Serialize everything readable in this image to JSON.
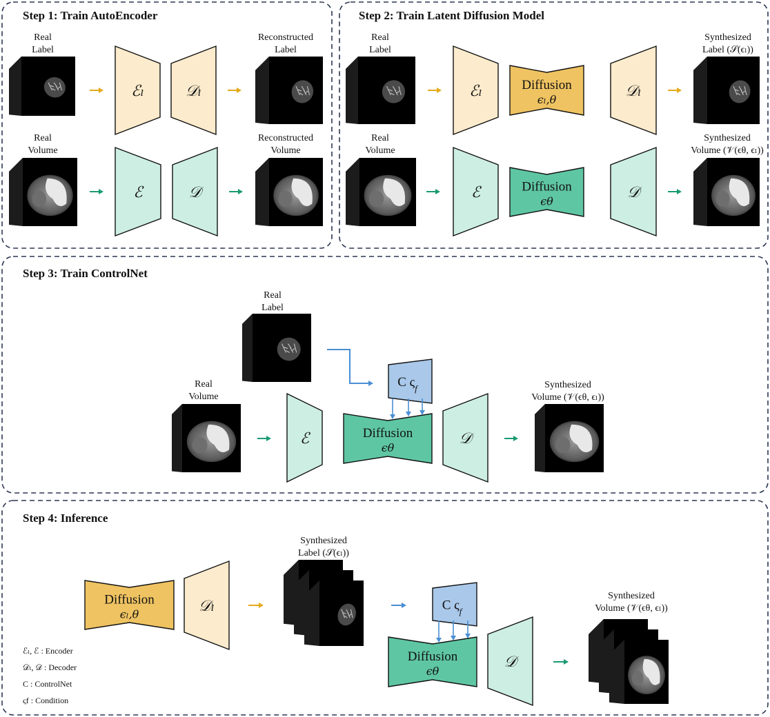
{
  "colors": {
    "label_block": "#fcebcc",
    "volume_block": "#cdeee2",
    "label_diffusion": "#efc362",
    "volume_diffusion": "#5fc6a4",
    "controlnet": "#a9c8ea",
    "label_arrow": "#e5a91a",
    "volume_arrow": "#1a9a72",
    "control_arrow": "#4a8fd4",
    "border": "#2b3550"
  },
  "panels": [
    {
      "title": "Step 1: Train AutoEncoder",
      "label_row": {
        "input_label": [
          "Real",
          "Label"
        ],
        "encoder": "ℰₗ",
        "decoder": "𝒟ₗ",
        "output_label": [
          "Reconstructed",
          "Label"
        ]
      },
      "volume_row": {
        "input_label": [
          "Real",
          "Volume"
        ],
        "encoder": "ℰ",
        "decoder": "𝒟",
        "output_label": [
          "Reconstructed",
          "Volume"
        ]
      }
    },
    {
      "title": "Step 2: Train Latent Diffusion Model",
      "label_row": {
        "input_label": [
          "Real",
          "Label"
        ],
        "encoder": "ℰₗ",
        "diffusion": "Diffusion",
        "diffusion_sub": "ϵₗ,θ",
        "decoder": "𝒟ₗ",
        "output_label": [
          "Synthesized",
          "Label (𝒮(ϵₗ))"
        ]
      },
      "volume_row": {
        "input_label": [
          "Real",
          "Volume"
        ],
        "encoder": "ℰ",
        "diffusion": "Diffusion",
        "diffusion_sub": "ϵθ",
        "decoder": "𝒟",
        "output_label": [
          "Synthesized",
          "Volume (𝒱(ϵθ, ϵₗ))"
        ]
      }
    },
    {
      "title": "Step 3: Train ControlNet",
      "cond_label": [
        "Real",
        "Label"
      ],
      "input_label": [
        "Real",
        "Volume"
      ],
      "controlnet": "C ς",
      "controlnet_sub": "f",
      "encoder": "ℰ",
      "diffusion": "Diffusion",
      "diffusion_sub": "ϵθ",
      "decoder": "𝒟",
      "output_label": [
        "Synthesized",
        "Volume (𝒱(ϵθ, ϵₗ))"
      ]
    },
    {
      "title": "Step 4: Inference",
      "label_diffusion": "Diffusion",
      "label_diffusion_sub": "ϵₗ,θ",
      "label_decoder": "𝒟ₗ",
      "synth_label": [
        "Synthesized",
        "Label (𝒮(ϵₗ))"
      ],
      "controlnet": "C ς",
      "controlnet_sub": "f",
      "diffusion": "Diffusion",
      "diffusion_sub": "ϵθ",
      "decoder": "𝒟",
      "synth_volume": [
        "Synthesized",
        "Volume (𝒱(ϵθ, ϵₗ))"
      ],
      "legend": [
        "ℰₗ, ℰ : Encoder",
        "𝒟ₗ, 𝒟 : Decoder",
        "C : ControlNet",
        "ςf : Condition"
      ]
    }
  ]
}
